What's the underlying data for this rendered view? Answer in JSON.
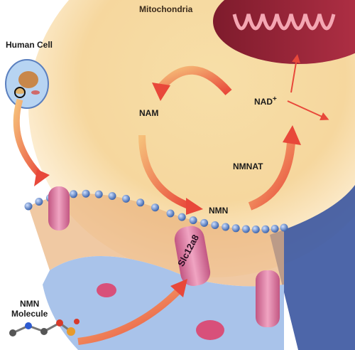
{
  "labels": {
    "mitochondria": "Mitochondria",
    "human_cell": "Human Cell",
    "nam": "NAM",
    "nad": "NAD",
    "nad_superscript": "+",
    "nmnat": "NMNAT",
    "nmn": "NMN",
    "slc": "Slc12a8",
    "nmn_molecule_line1": "NMN",
    "nmn_molecule_line2": "Molecule"
  },
  "colors": {
    "background_glow": "#f6d79e",
    "arrow_red": "#e8483a",
    "arrow_orange": "#f39a5a",
    "mitochondria_fill": "#a8283c",
    "membrane_bead": "#5f86c9",
    "transporter_pink": "#d9789c",
    "lipid_tail": "#d6a06a"
  }
}
